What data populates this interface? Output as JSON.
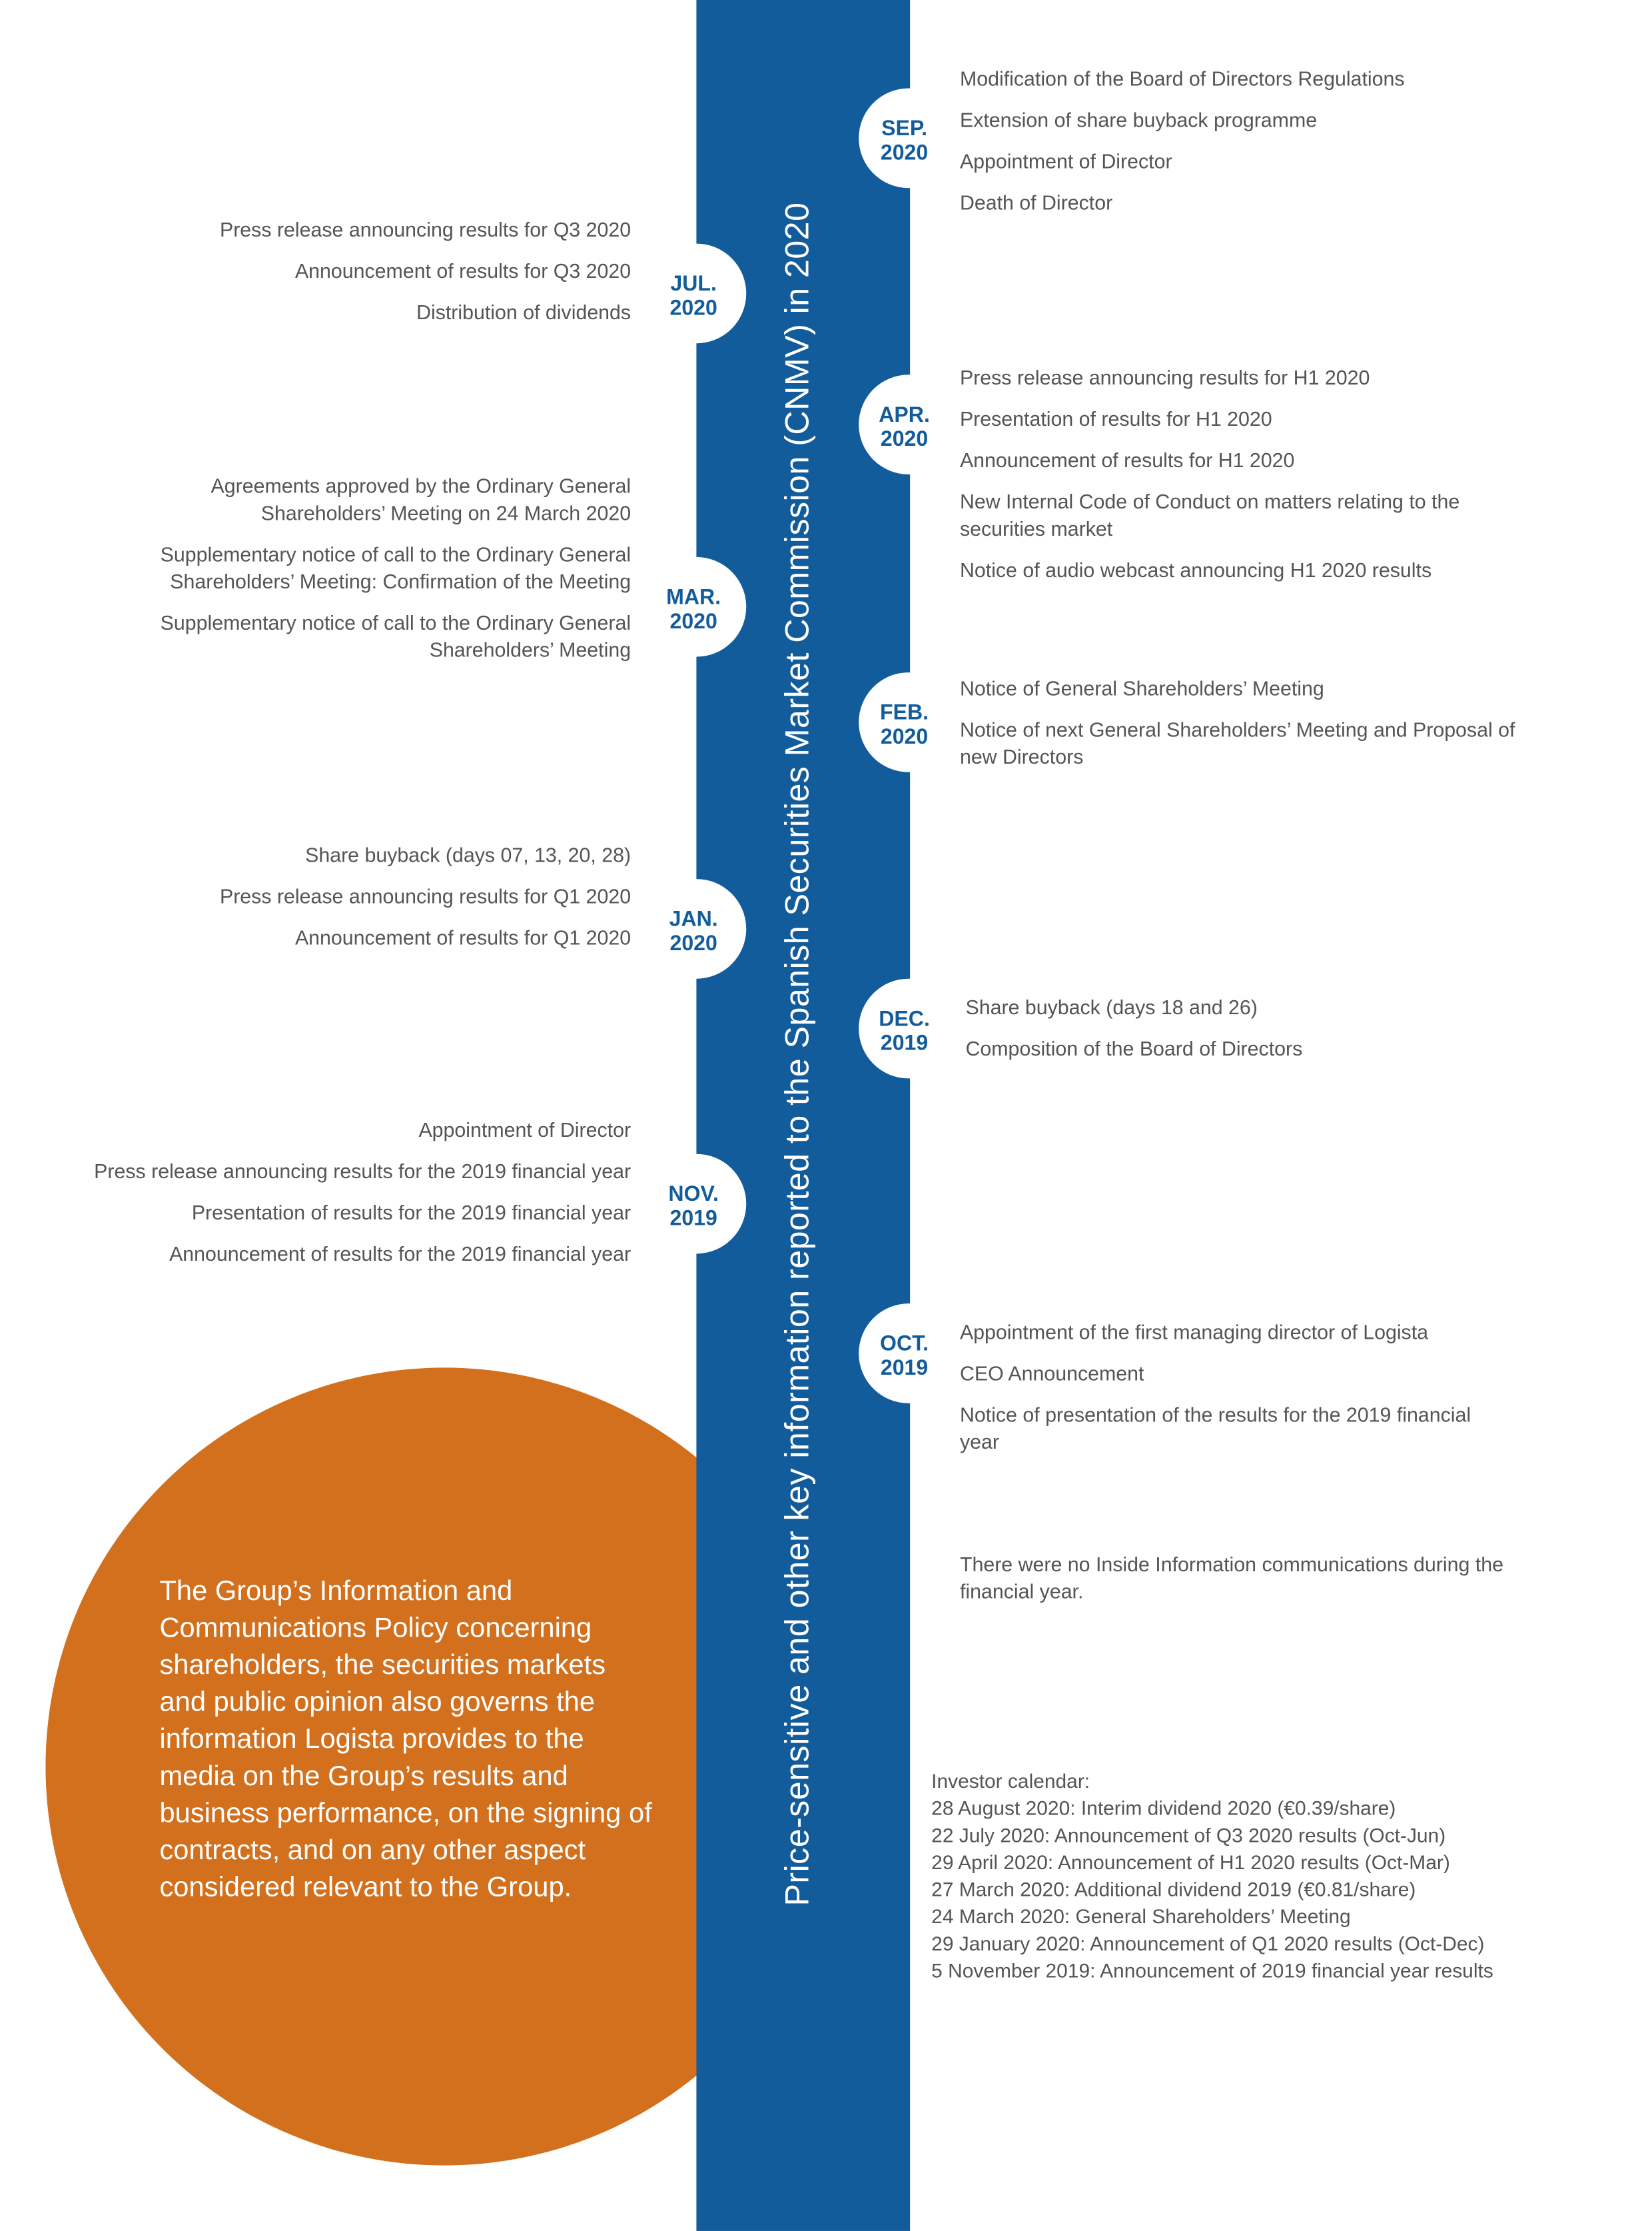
{
  "title": "Price-sensitive and other key information reported to the Spanish Securities Market Commission (CNMV) in 2020",
  "colors": {
    "blue": "#125C9C",
    "orange": "#D2701E",
    "text": "#555555"
  },
  "timeline_left": [
    {
      "month": "JUL.",
      "year": "2020",
      "items": [
        "Press release announcing results for Q3 2020",
        "Announcement of results for Q3 2020",
        "Distribution of dividends"
      ]
    },
    {
      "month": "MAR.",
      "year": "2020",
      "items": [
        "Agreements approved by the Ordinary General Shareholders’ Meeting on 24 March 2020",
        "Supplementary notice of call to the Ordinary General Shareholders’ Meeting: Confirmation of the Meeting",
        "Supplementary notice of call to the Ordinary General Shareholders’ Meeting"
      ]
    },
    {
      "month": "JAN.",
      "year": "2020",
      "items": [
        "Share buyback (days 07, 13, 20, 28)",
        "Press release announcing results for Q1 2020",
        "Announcement of results for Q1 2020"
      ]
    },
    {
      "month": "NOV.",
      "year": "2019",
      "items": [
        "Appointment of Director",
        "Press release announcing results for the 2019 financial year",
        "Presentation of results for the 2019 financial year",
        "Announcement of results for the 2019 financial year"
      ]
    }
  ],
  "timeline_right": [
    {
      "month": "SEP.",
      "year": "2020",
      "items": [
        "Modification of the Board of Directors Regulations",
        "Extension of share buyback programme",
        "Appointment of Director",
        "Death of Director"
      ]
    },
    {
      "month": "APR.",
      "year": "2020",
      "items": [
        "Press release announcing results for H1 2020",
        "Presentation of results for H1 2020",
        "Announcement of results for H1 2020",
        "New Internal Code of Conduct on matters relating to the securities market",
        "Notice of audio webcast announcing H1 2020 results"
      ]
    },
    {
      "month": "FEB.",
      "year": "2020",
      "items": [
        "Notice of General Shareholders’ Meeting",
        "Notice of next General Shareholders’ Meeting and Proposal of new Directors"
      ]
    },
    {
      "month": "DEC.",
      "year": "2019",
      "items": [
        "Share buyback (days 18 and 26)",
        "Composition of the Board of Directors"
      ]
    },
    {
      "month": "OCT.",
      "year": "2019",
      "items": [
        "Appointment of the first managing director of Logista",
        "CEO Announcement",
        "Notice of presentation of the results for the 2019 financial year"
      ]
    }
  ],
  "inside_info_note": "There were no Inside Information communications during the financial year.",
  "policy_note": "The Group’s Information and Communications Policy concerning shareholders, the securities markets and public opinion also governs the information Logista provides to the media on the Group’s results and business performance, on the signing of contracts, and on any other aspect considered relevant to the Group.",
  "investor_calendar": {
    "heading": "Investor calendar:",
    "items": [
      "28 August 2020: Interim dividend 2020 (€0.39/share)",
      "22 July 2020: Announcement of Q3 2020 results (Oct-Jun)",
      "29 April 2020: Announcement of H1 2020 results (Oct-Mar)",
      "27 March 2020: Additional dividend 2019 (€0.81/share)",
      "24 March 2020: General Shareholders’ Meeting",
      "29 January 2020: Announcement of Q1 2020 results (Oct-Dec)",
      "5 November 2019: Announcement of 2019 financial year results"
    ]
  }
}
